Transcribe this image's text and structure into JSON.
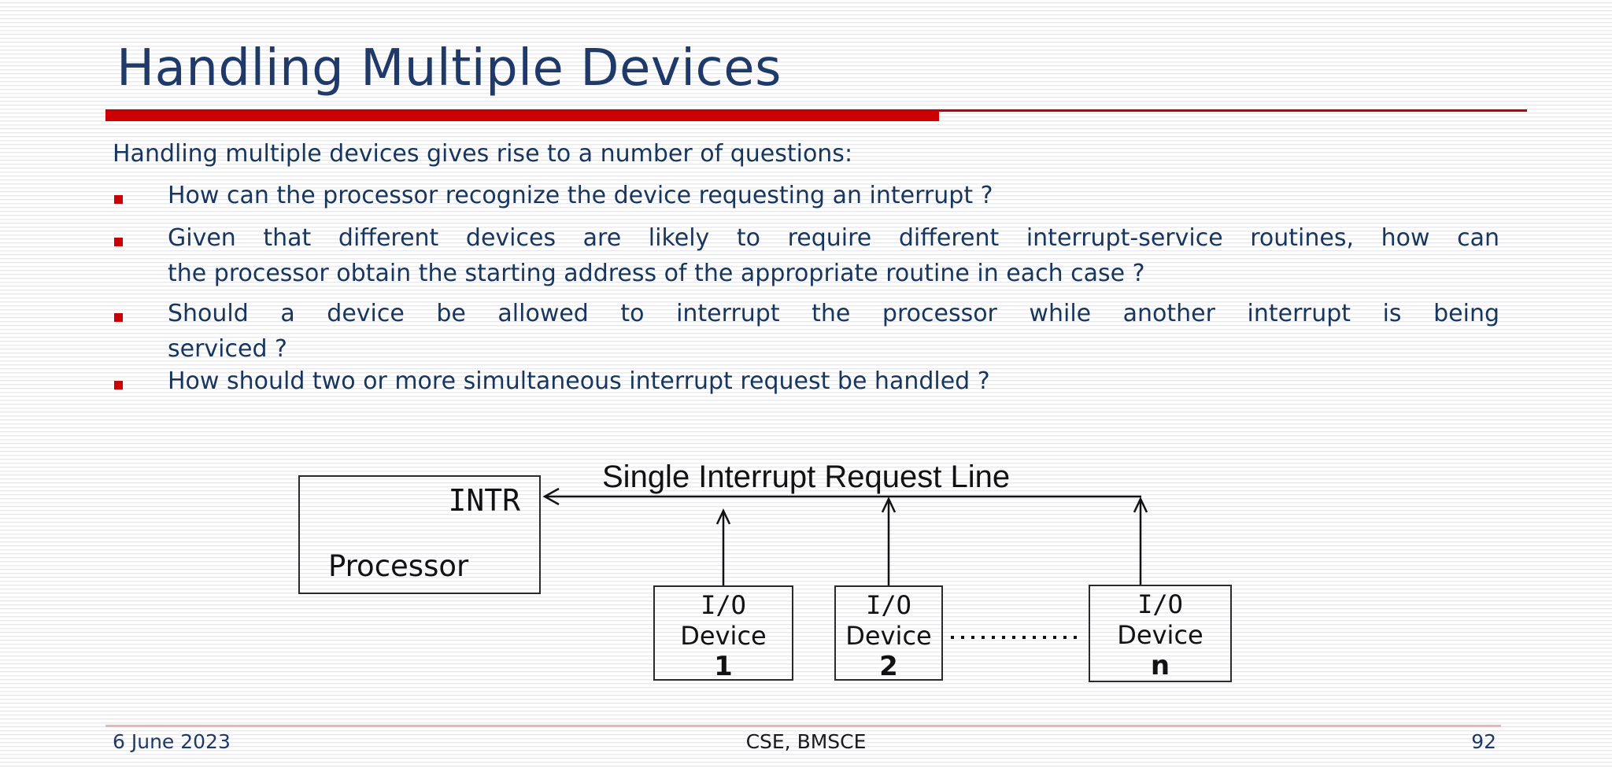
{
  "slide": {
    "title": "Handling Multiple Devices",
    "intro": "Handling multiple devices gives rise to a number of questions:",
    "bullets": [
      {
        "lines": [
          "How can the processor recognize the device requesting an interrupt ?"
        ]
      },
      {
        "lines": [
          "Given that different devices are likely to require different interrupt-service routines, how can",
          "the processor obtain the starting address of the appropriate routine in each case ?"
        ]
      },
      {
        "lines": [
          "Should a device be allowed to interrupt the processor while another interrupt is being",
          "serviced ?"
        ]
      },
      {
        "lines": [
          "How should two or more simultaneous interrupt request be handled ?"
        ]
      }
    ]
  },
  "diagram": {
    "line_label": "Single Interrupt Request Line",
    "processor": {
      "signal": "INTR",
      "label": "Processor"
    },
    "devices": [
      {
        "line1": "I/O",
        "line2": "Device",
        "num": "1"
      },
      {
        "line1": "I/O",
        "line2": "Device",
        "num": "2"
      },
      {
        "line1": "I/O",
        "line2": "Device",
        "num": "n"
      }
    ]
  },
  "footer": {
    "date": "6 June 2023",
    "center": "CSE, BMSCE",
    "page": "92"
  },
  "colors": {
    "title_navy": "#1F3A68",
    "body_navy": "#17365D",
    "accent_red": "#CC0000",
    "footer_divider": "#E5B8B8",
    "diagram_ink": "#121212"
  }
}
